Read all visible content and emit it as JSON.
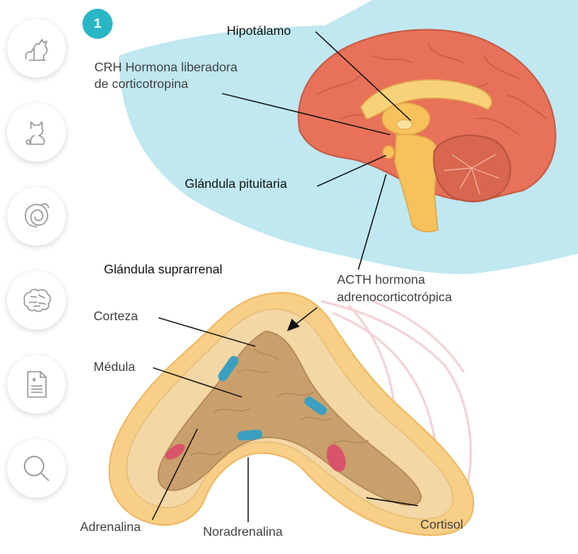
{
  "step_number": "1",
  "sidebar": {
    "items": [
      {
        "icon": "dog-icon"
      },
      {
        "icon": "cat-icon"
      },
      {
        "icon": "ear-icon"
      },
      {
        "icon": "brain-icon"
      },
      {
        "icon": "document-icon"
      },
      {
        "icon": "magnifier-icon"
      }
    ]
  },
  "labels": {
    "hypothalamus": "Hipotálamo",
    "crh_line1": "CRH Hormona liberadora",
    "crh_line2": "de corticotropina",
    "pituitary": "Glándula pituitaria",
    "adrenal": "Glándula suprarrenal",
    "acth_line1": "ACTH hormona",
    "acth_line2": "adrenocorticotrópica",
    "cortex": "Corteza",
    "medulla": "Médula",
    "adrenaline": "Adrenalina",
    "noradrenaline": "Noradrenalina",
    "cortisol": "Cortisol"
  },
  "colors": {
    "accent": "#29b6c6",
    "background_blob": "#bfe8f1",
    "brain": "#e8715a",
    "cerebellum": "#d9664f",
    "brainstem": "#f7c25c",
    "adrenal_outer": "#f8cf86",
    "adrenal_cortex": "#f3d7a4",
    "adrenal_medulla": "#c9a06b",
    "noradrenaline_spot": "#3a9fc0",
    "adrenaline_spot": "#d9536b",
    "icon_stroke": "#9a9a9a"
  }
}
